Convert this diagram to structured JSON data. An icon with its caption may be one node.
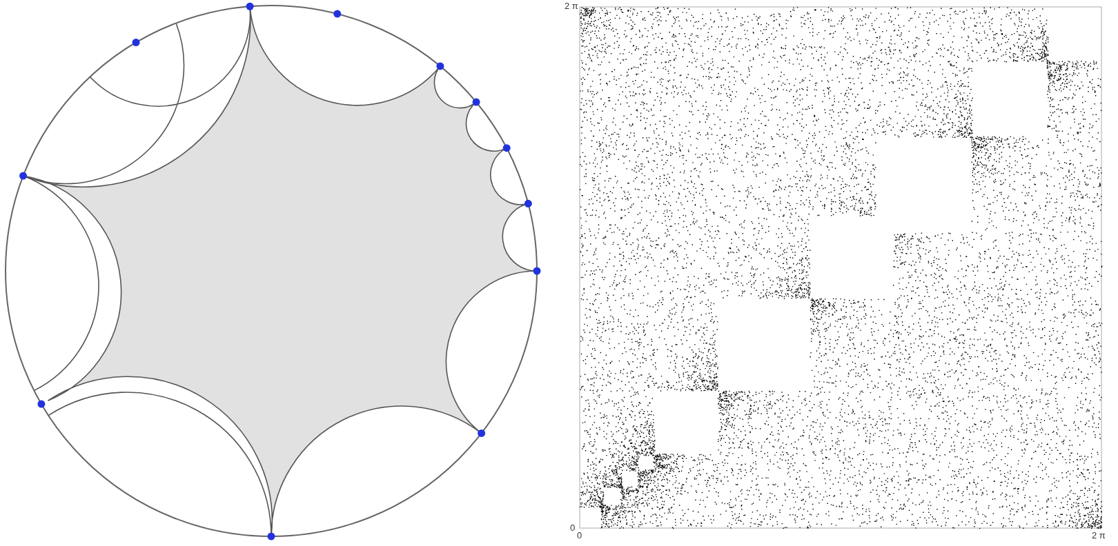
{
  "diagram": {
    "labels": [
      "2 π",
      "0",
      "0",
      "2 π"
    ]
  }
}
